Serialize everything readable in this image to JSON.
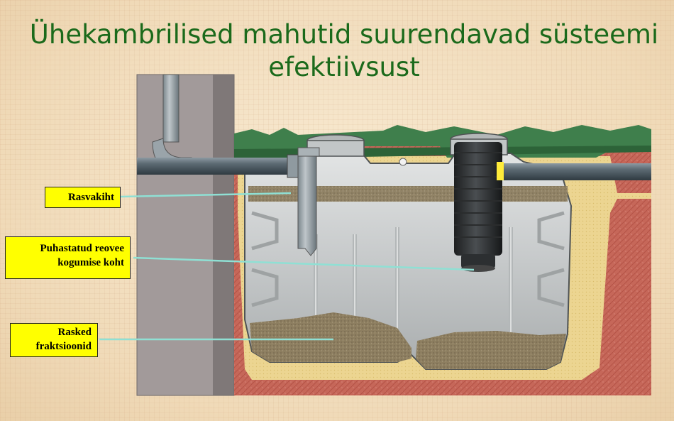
{
  "title": {
    "line1": "Ühekambrilised mahutid suurendavad süsteemi",
    "line2": "efektiivsust"
  },
  "labels": {
    "fat_layer": "Rasvakiht",
    "clean_water_line1": "Puhastatud reovee",
    "clean_water_line2": "kogumise koht",
    "heavy_line1": "Rasked",
    "heavy_line2": "fraktsioonid"
  },
  "colors": {
    "title": "#1b6a1b",
    "label_bg": "#ffff00",
    "leader_line": "#8fe0d4",
    "soil": "#c8675a",
    "sand": "#ecd591",
    "grass": "#3e7f4b",
    "tank": "#c9cccd",
    "sediment": "#8a7a5c",
    "wall": "#9c9595"
  }
}
